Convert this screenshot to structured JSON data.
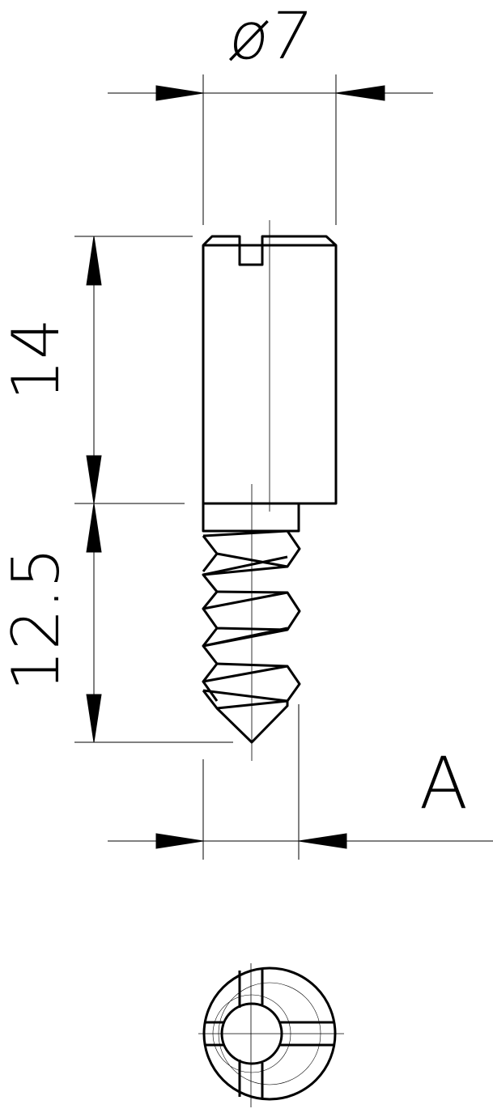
{
  "dimensions": {
    "diameter": "ø7",
    "head_length": "14",
    "thread_length": "12.5",
    "view_label": "A"
  }
}
